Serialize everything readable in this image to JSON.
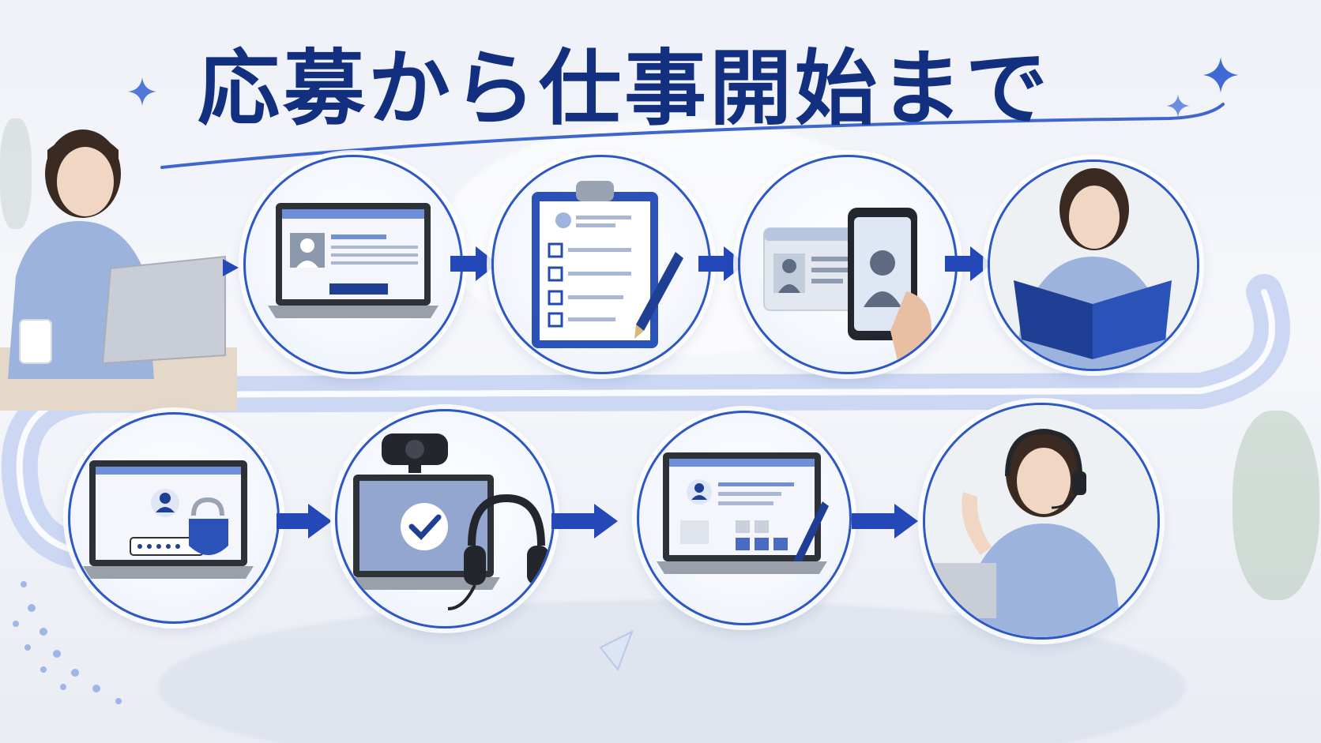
{
  "title": "応募から仕事開始まで",
  "colors": {
    "title": "#12307f",
    "accent": "#2c57c4",
    "arrow": "#2448b8",
    "flow_band": "#c9d6f2",
    "background": "#eef1f7"
  },
  "steps": [
    {
      "id": "step-1",
      "icon": "laptop-profile-form-icon"
    },
    {
      "id": "step-2",
      "icon": "clipboard-checklist-pen-icon"
    },
    {
      "id": "step-3",
      "icon": "id-card-smartphone-verification-icon"
    },
    {
      "id": "step-4",
      "icon": "woman-reading-document-photo"
    },
    {
      "id": "step-5",
      "icon": "laptop-password-lock-shield-icon"
    },
    {
      "id": "step-6",
      "icon": "webcam-laptop-headset-check-icon"
    },
    {
      "id": "step-7",
      "icon": "laptop-profile-photo-edit-icon"
    },
    {
      "id": "step-8",
      "icon": "woman-headset-waving-photo"
    }
  ],
  "intro_photo": {
    "icon": "woman-using-laptop-photo"
  }
}
